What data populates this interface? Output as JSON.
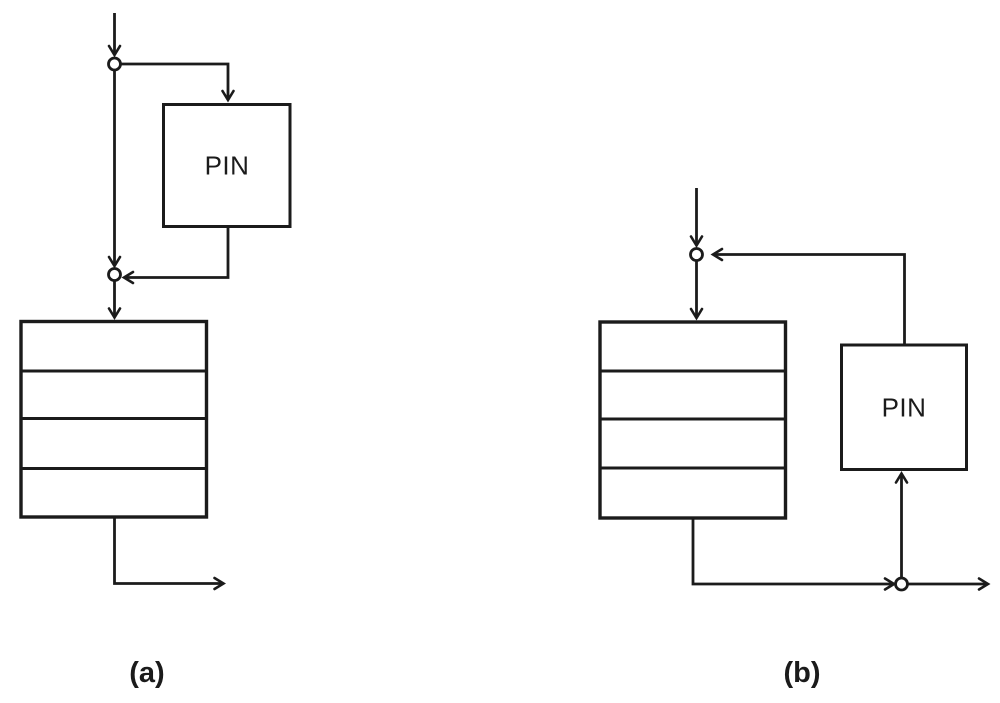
{
  "colors": {
    "ink": "#1b1b1b",
    "background": "#ffffff"
  },
  "figures": [
    {
      "id": "a",
      "caption": "(a)",
      "pin_label": "PIN",
      "stack_rows": 4,
      "junction_count": 2,
      "flow": "input splits at top junction into PIN branch; PIN output rejoins at lower junction; combined flow enters stacked block; output exits bottom-right"
    },
    {
      "id": "b",
      "caption": "(b)",
      "pin_label": "PIN",
      "stack_rows": 4,
      "junction_count": 2,
      "flow": "input junction receives feedback from PIN top; flow enters stacked block; stack output reaches bottom junction feeding PIN bottom and exiting right"
    }
  ]
}
